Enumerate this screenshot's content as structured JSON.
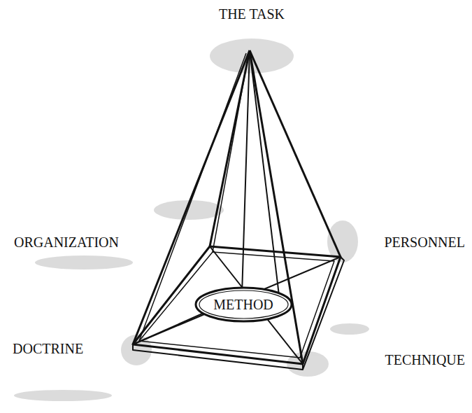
{
  "diagram": {
    "nodes": [
      {
        "text": [
          "METHOD"
        ]
      }
    ],
    "labels": [
      "THE TASK",
      "ORGANIZATION",
      "PERSONNEL",
      "DOCTRINE",
      "TECHNIQUE"
    ]
  }
}
